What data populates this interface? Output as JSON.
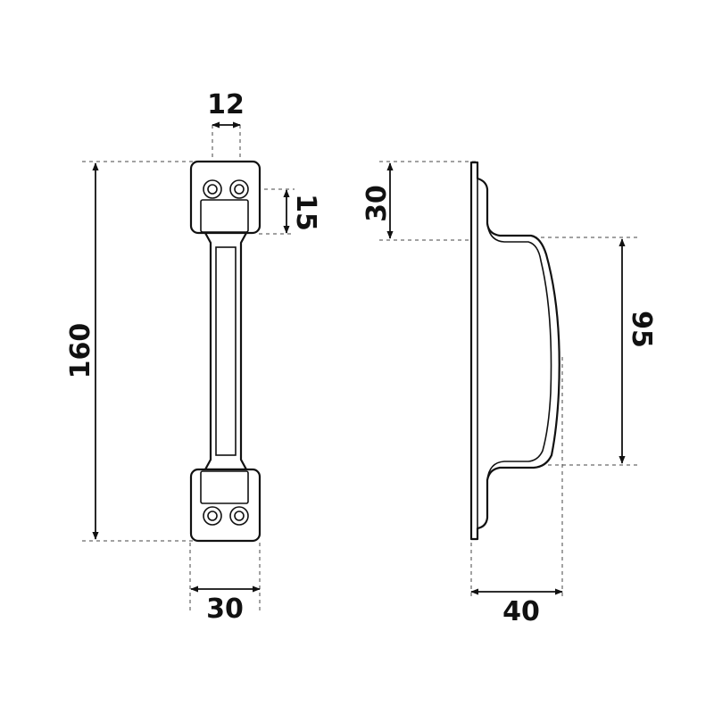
{
  "drawing": {
    "front_view": {
      "dim_width_holes": "12",
      "dim_hole_offset": "15",
      "dim_total_height": "160",
      "dim_base_width": "30"
    },
    "side_view": {
      "dim_foot_height": "30",
      "dim_grip_length": "95",
      "dim_projection": "40"
    }
  }
}
